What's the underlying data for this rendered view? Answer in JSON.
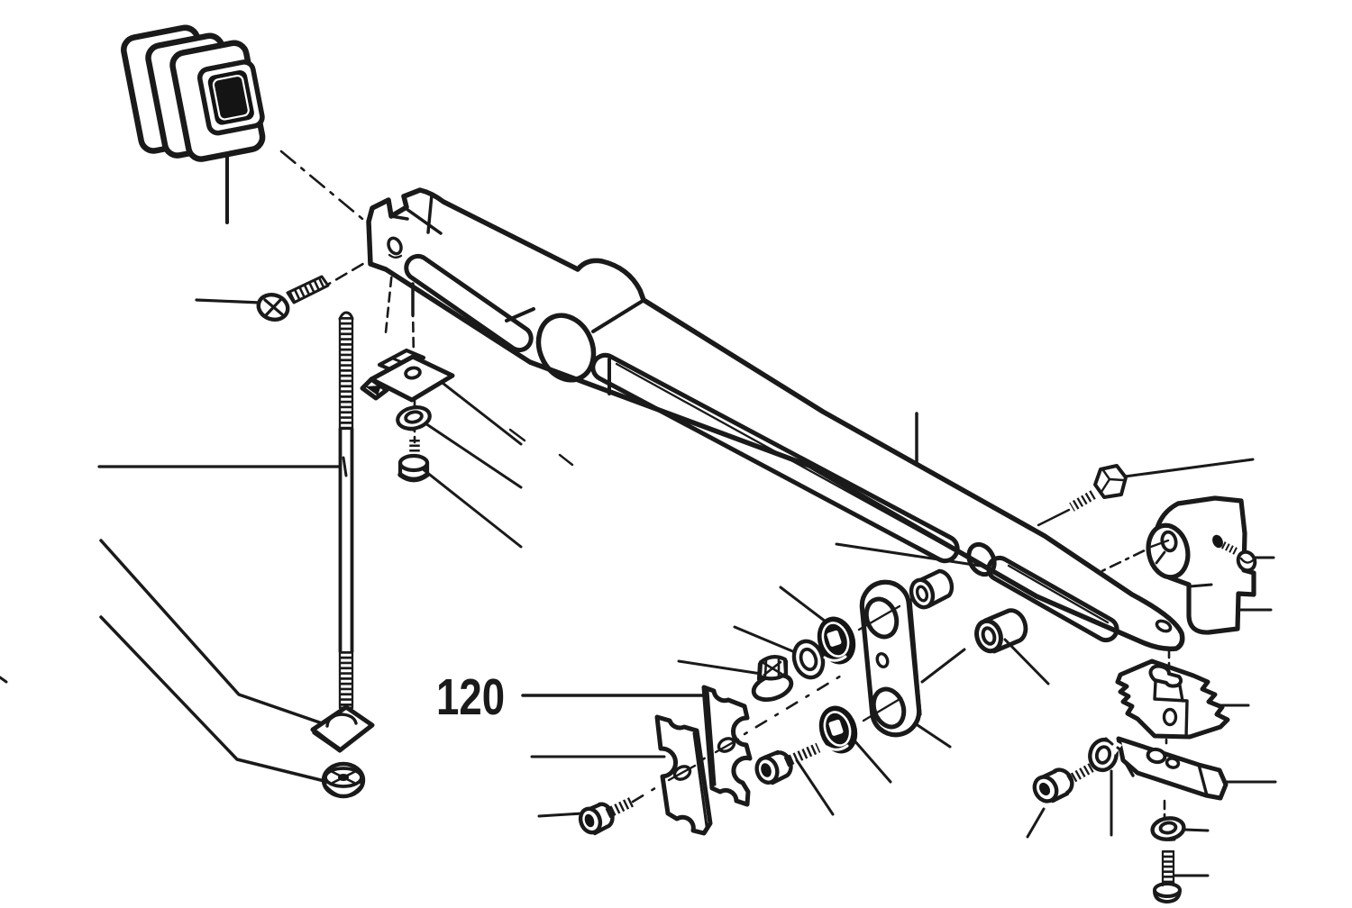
{
  "figure": {
    "type": "exploded-parts-diagram",
    "background": "#ffffff",
    "line_color": "#1a1a1a",
    "callout": {
      "label": "120"
    },
    "parts": [
      "bellows-pad",
      "mounting-screw",
      "threaded-rod",
      "clamp-nut-plate",
      "small-washer",
      "shoulder-screw",
      "support-arm",
      "wedge-washer",
      "hex-nut",
      "damper-plate-front",
      "damper-plate-rear",
      "socket-head-screw-front",
      "flanged-hex-nut",
      "seal-washer",
      "ball-socket-grommet-upper",
      "ball-socket-grommet-lower",
      "link-plate",
      "spacer-bushing",
      "pivot-bushing",
      "socket-head-screw-lower",
      "clamp-cylinder",
      "hex-bolt",
      "set-screw",
      "rubber-buffer-block",
      "retaining-bracket",
      "lock-washer",
      "angled-socket-screw",
      "plain-washer",
      "machine-screw"
    ]
  }
}
